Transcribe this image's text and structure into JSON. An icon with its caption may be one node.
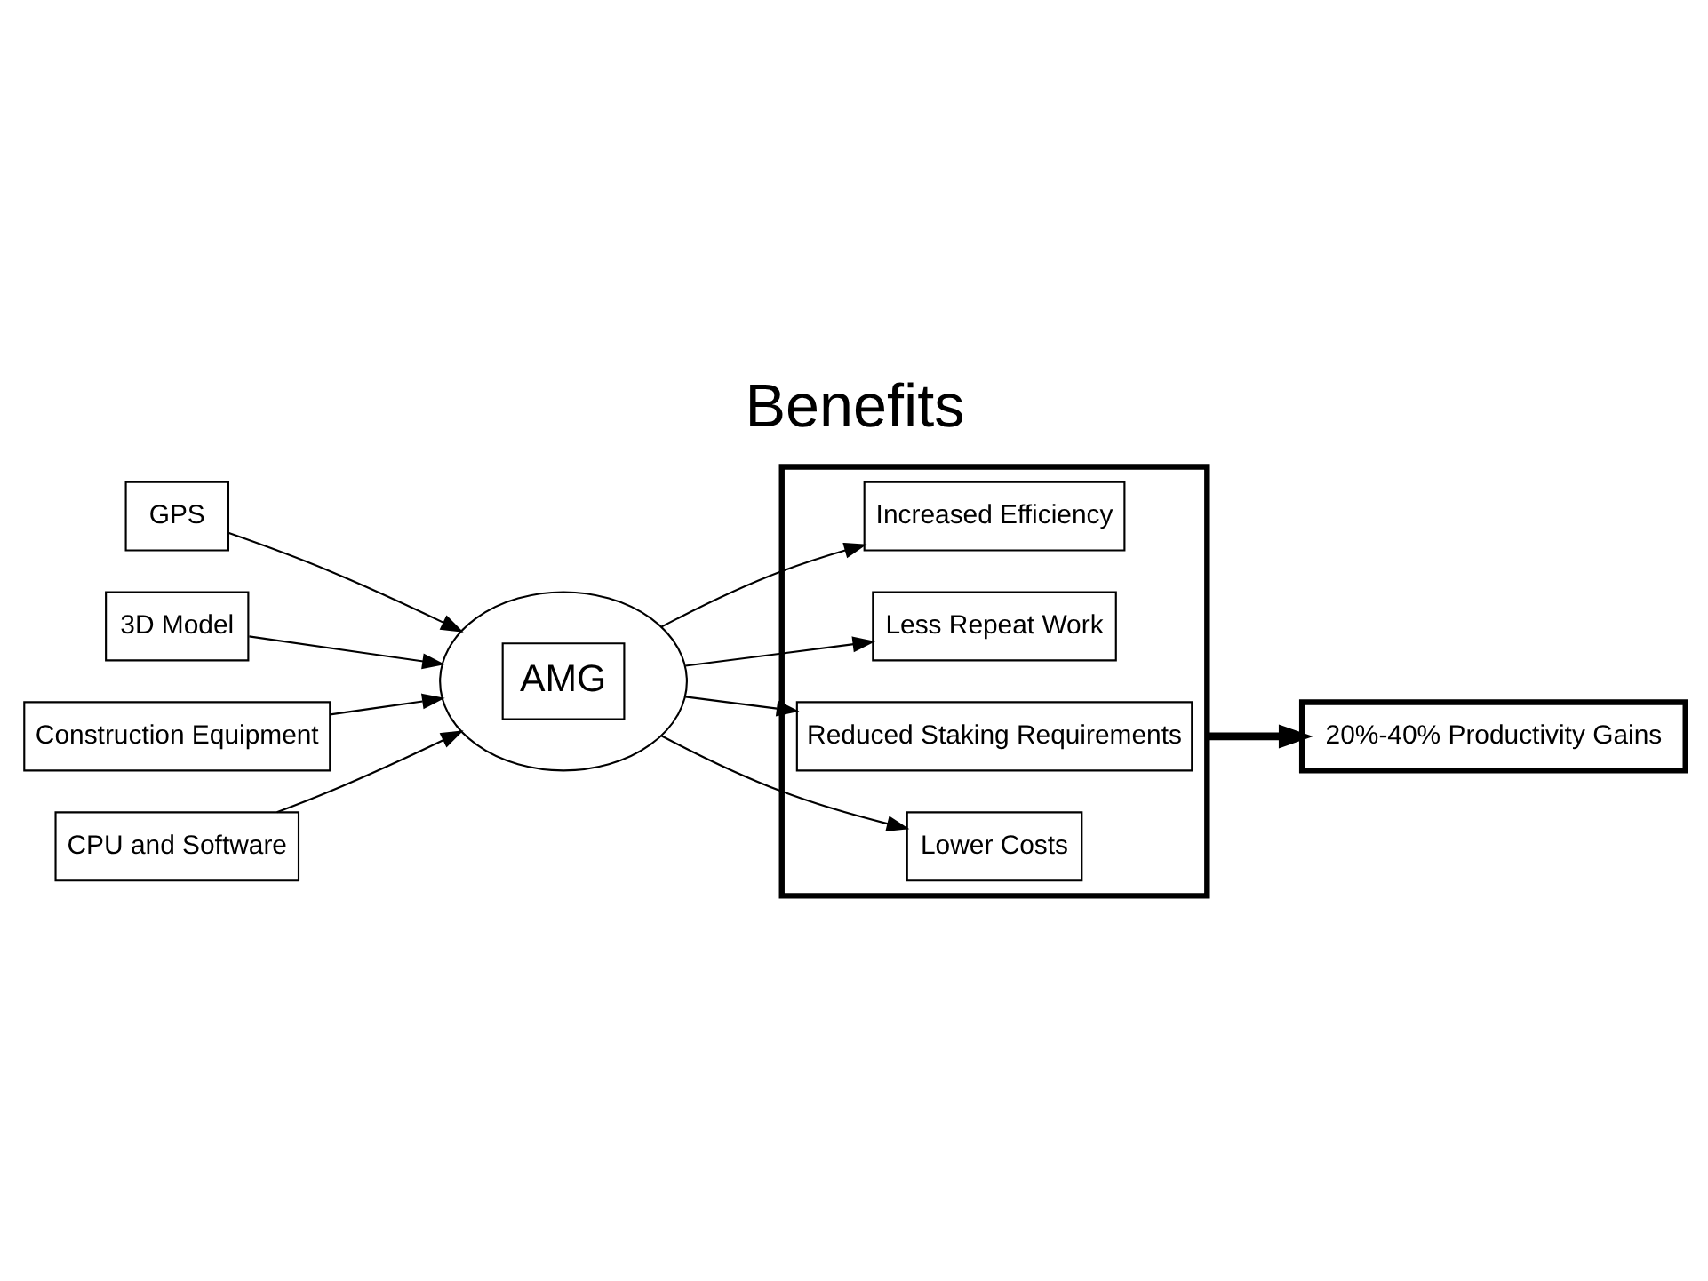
{
  "diagram": {
    "title": "Benefits",
    "nodes": [
      {
        "text": [
          "GPS"
        ]
      },
      {
        "text": [
          "3D Model"
        ]
      },
      {
        "text": [
          "Construction Equipment"
        ]
      },
      {
        "text": [
          "CPU and Software"
        ]
      },
      {
        "text": [
          "AMG"
        ]
      },
      {
        "text": [],
        "shape": "box"
      },
      {
        "text": [
          "Increased Efficiency"
        ],
        "in": 5
      },
      {
        "text": [
          "Less Repeat Work"
        ],
        "in": 5
      },
      {
        "text": [
          "Reduced Staking Requirements"
        ],
        "in": 5
      },
      {
        "text": [
          "Lower Costs"
        ],
        "in": 5
      },
      {
        "text": [
          "20%-40% Productivity Gains"
        ]
      }
    ],
    "edges": [
      {
        "from": 0,
        "to": 4,
        "arrow": "to"
      },
      {
        "from": 1,
        "to": 4,
        "arrow": "to"
      },
      {
        "from": 2,
        "to": 4,
        "arrow": "to"
      },
      {
        "from": 3,
        "to": 4,
        "arrow": "to"
      },
      {
        "from": 4,
        "to": 6,
        "arrow": "to"
      },
      {
        "from": 4,
        "to": 7,
        "arrow": "to"
      },
      {
        "from": 4,
        "to": 8,
        "arrow": "to"
      },
      {
        "from": 4,
        "to": 9,
        "arrow": "to"
      },
      {
        "from": 5,
        "to": 10,
        "arrow": "to",
        "style": "thick"
      }
    ]
  }
}
